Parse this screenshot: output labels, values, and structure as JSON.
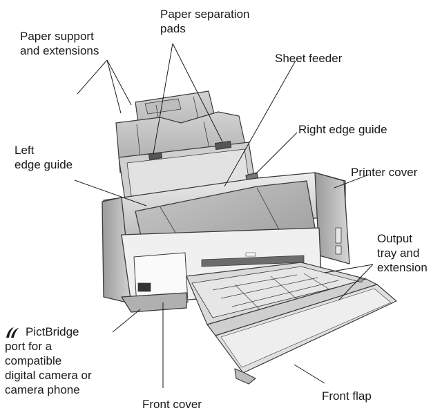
{
  "labels": {
    "paper_separation_pads": [
      "Paper separation",
      "pads"
    ],
    "paper_support": [
      "Paper support",
      "and extensions"
    ],
    "sheet_feeder": [
      "Sheet feeder"
    ],
    "right_edge_guide": [
      "Right edge guide"
    ],
    "left_edge_guide": [
      "Left",
      "edge guide"
    ],
    "printer_cover": [
      "Printer cover"
    ],
    "output_tray": [
      "Output",
      "tray and",
      "extension"
    ],
    "pictbridge": [
      "PictBridge",
      "port for a",
      "compatible",
      "digital camera or",
      "camera phone"
    ],
    "front_cover": [
      "Front cover"
    ],
    "front_flap": [
      "Front flap"
    ]
  },
  "colors": {
    "body_light": "#e6e6e6",
    "body_mid": "#c8c8c8",
    "body_dark": "#8c8c8c",
    "outline": "#3a3a3a",
    "tray": "#d8d8d8"
  },
  "icons": {
    "pictbridge": "pictbridge-logo-icon"
  }
}
